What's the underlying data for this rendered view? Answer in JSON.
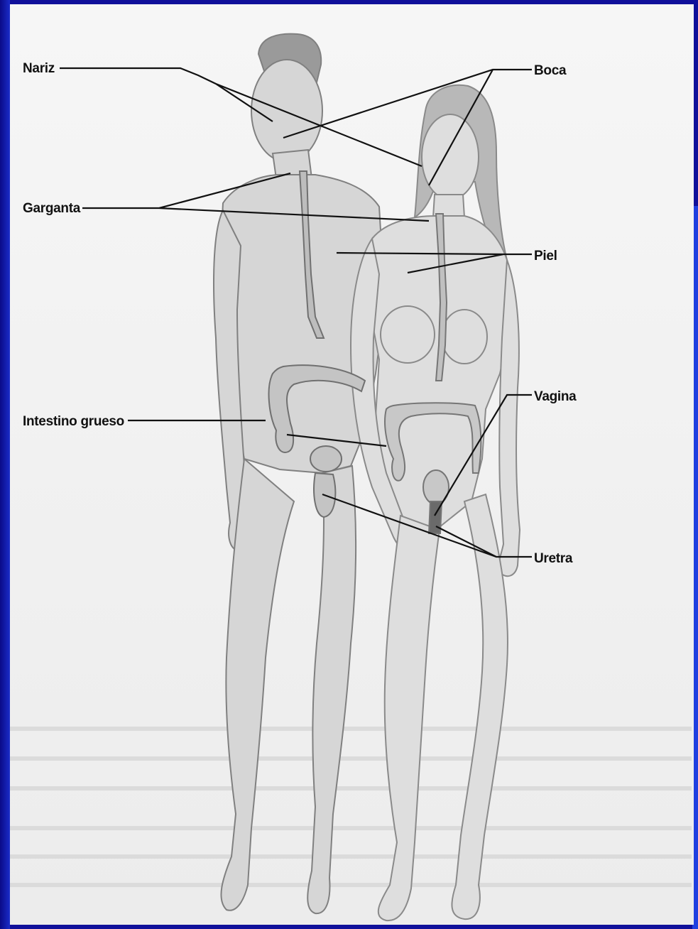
{
  "labels": {
    "nariz": "Nariz",
    "garganta": "Garganta",
    "intestino_grueso": "Intestino grueso",
    "boca": "Boca",
    "piel": "Piel",
    "vagina": "Vagina",
    "uretra": "Uretra"
  },
  "colors": {
    "frame": "#10109a",
    "frame_accent": "#1f3fe0",
    "paper": "#f4f4f4",
    "body_fill": "#d8d8d8",
    "outline": "#7a7a7a",
    "leader": "#111111"
  }
}
